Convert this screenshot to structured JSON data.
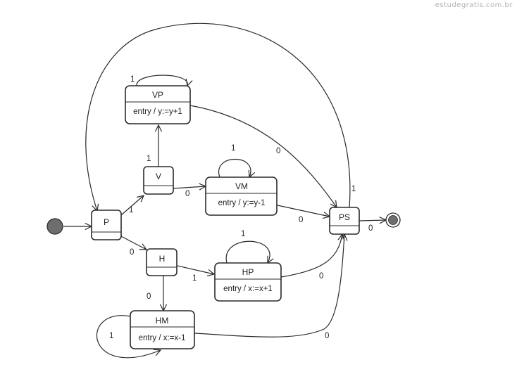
{
  "watermark": "estudegratis.com.br",
  "colors": {
    "stroke": "#2a2a2a",
    "box_fill": "#ffffff",
    "initial_fill": "#6e6e6e"
  },
  "states": {
    "P": {
      "name": "P",
      "action": ""
    },
    "V": {
      "name": "V",
      "action": ""
    },
    "VP": {
      "name": "VP",
      "action": "entry / y:=y+1"
    },
    "VM": {
      "name": "VM",
      "action": "entry / y:=y-1"
    },
    "H": {
      "name": "H",
      "action": ""
    },
    "HP": {
      "name": "HP",
      "action": "entry / x:=x+1"
    },
    "HM": {
      "name": "HM",
      "action": "entry / x:=x-1"
    },
    "PS": {
      "name": "PS",
      "action": ""
    }
  },
  "transitions": [
    {
      "id": "init-P",
      "from": "initial",
      "to": "P",
      "label": ""
    },
    {
      "id": "P-V",
      "from": "P",
      "to": "V",
      "label": "1"
    },
    {
      "id": "P-H",
      "from": "P",
      "to": "H",
      "label": "0"
    },
    {
      "id": "V-VP",
      "from": "V",
      "to": "VP",
      "label": "1"
    },
    {
      "id": "V-VM",
      "from": "V",
      "to": "VM",
      "label": "0"
    },
    {
      "id": "VP-VP",
      "from": "VP",
      "to": "VP",
      "label": "1"
    },
    {
      "id": "VP-PS",
      "from": "VP",
      "to": "PS",
      "label": "0"
    },
    {
      "id": "VM-VM",
      "from": "VM",
      "to": "VM",
      "label": "1"
    },
    {
      "id": "VM-PS",
      "from": "VM",
      "to": "PS",
      "label": "0"
    },
    {
      "id": "H-HP",
      "from": "H",
      "to": "HP",
      "label": "1"
    },
    {
      "id": "H-HM",
      "from": "H",
      "to": "HM",
      "label": "0"
    },
    {
      "id": "HP-HP",
      "from": "HP",
      "to": "HP",
      "label": "1"
    },
    {
      "id": "HP-PS",
      "from": "HP",
      "to": "PS",
      "label": "0"
    },
    {
      "id": "HM-HM",
      "from": "HM",
      "to": "HM",
      "label": "1"
    },
    {
      "id": "HM-PS",
      "from": "HM",
      "to": "PS",
      "label": "0"
    },
    {
      "id": "PS-P",
      "from": "PS",
      "to": "P",
      "label": "1"
    },
    {
      "id": "PS-final",
      "from": "PS",
      "to": "final",
      "label": "0"
    }
  ]
}
